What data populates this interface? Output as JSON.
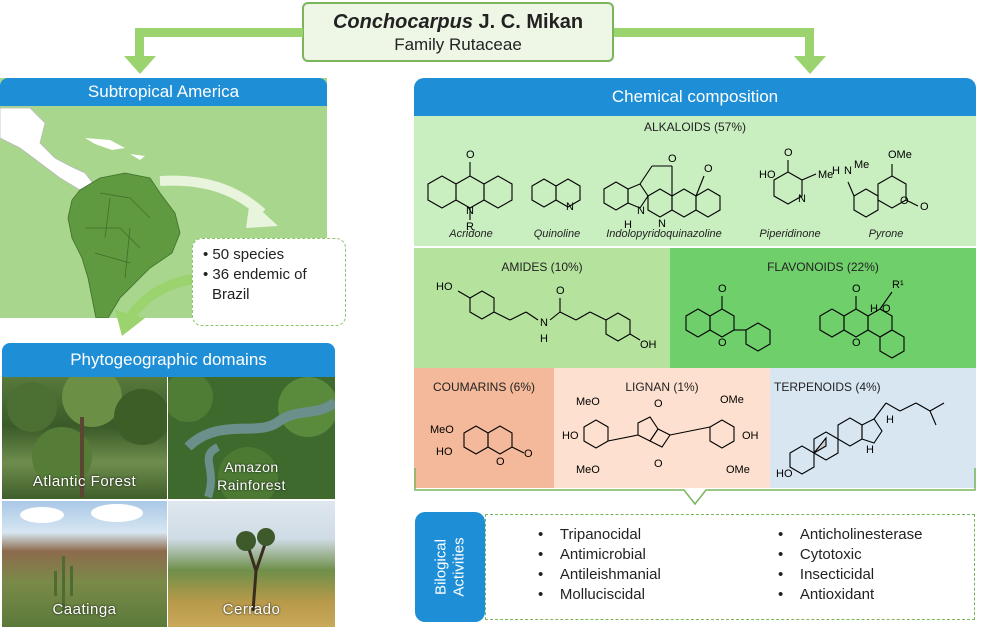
{
  "title": {
    "genus": "Conchocarpus",
    "authority": " J. C. Mikan",
    "family": "Family Rutaceae"
  },
  "distribution": {
    "header": "Subtropical America",
    "facts": [
      "50 species",
      "36 endemic of",
      "Brazil"
    ]
  },
  "phytogeographic": {
    "header": "Phytogeographic domains",
    "domains": [
      "Atlantic Forest",
      "Amazon",
      "Rainforest",
      "Caatinga",
      "Cerrado"
    ]
  },
  "chemistry": {
    "header": "Chemical composition",
    "alkaloids": {
      "title": "ALKALOIDS (57%)",
      "compounds": [
        "Acridone",
        "Quinoline",
        "Indolopyridoquinazoline",
        "Piperidinone",
        "Pyrone"
      ]
    },
    "amides": {
      "title": "AMIDES (10%)"
    },
    "flavonoids": {
      "title": "FLAVONOIDS (22%)"
    },
    "coumarins": {
      "title": "COUMARINS (6%)"
    },
    "lignan": {
      "title": "LIGNAN (1%)"
    },
    "terpenoids": {
      "title": "TERPENOIDS (4%)"
    }
  },
  "biological": {
    "label_line1": "Bilogical",
    "label_line2": "Activities",
    "col1": [
      "Tripanocidal",
      "Antimicrobial",
      "Antileishmanial",
      "Molluciscidal"
    ],
    "col2": [
      "Anticholinesterase",
      "Cytotoxic",
      "Insecticidal",
      "Antioxidant"
    ]
  },
  "colors": {
    "green_border": "#7ab55c",
    "blue_header": "#1e8fd6",
    "alkaloid_bg": "#c9eec0",
    "amide_bg": "#b5e39d",
    "flavonoid_bg": "#6fcf6a",
    "coumarin_bg": "#f3b99a",
    "lignan_bg": "#fde0cf",
    "terpenoid_bg": "#d8e6f2"
  }
}
